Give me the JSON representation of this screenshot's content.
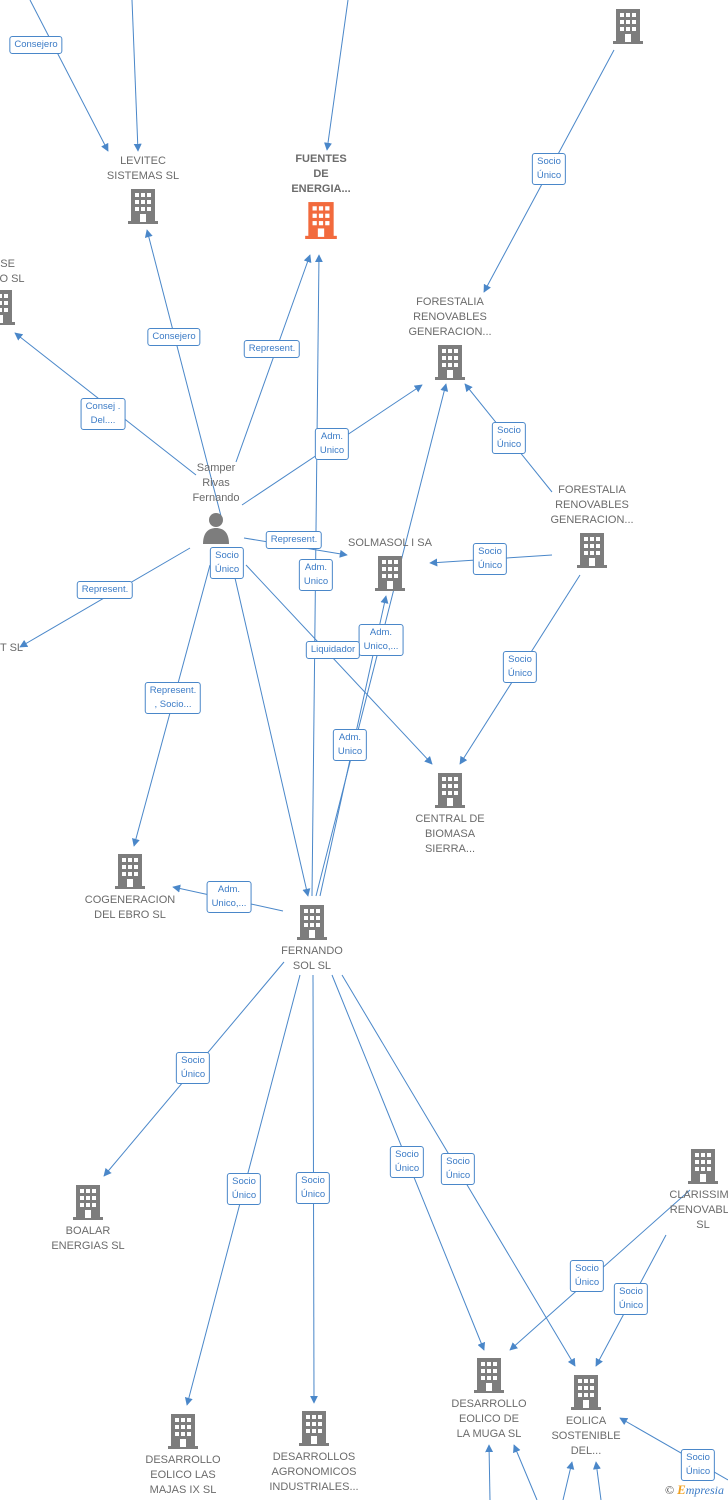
{
  "colors": {
    "edge": "#4a87c9",
    "building": "#7d7d7d",
    "building_highlight": "#f26a3d",
    "person": "#7d7d7d",
    "label_text": "#6b6b6b",
    "edge_text": "#3b7bc6"
  },
  "nodes": [
    {
      "id": "levitec",
      "type": "building",
      "label": "LEVITEC\nSISTEMAS SL"
    },
    {
      "id": "fuentes",
      "type": "building",
      "label": "FUENTES\nDE\nENERGIA...",
      "highlight": true
    },
    {
      "id": "top_right",
      "type": "building",
      "label": ""
    },
    {
      "id": "ense",
      "type": "building",
      "label": "ENSE\nNTO SL"
    },
    {
      "id": "forestalia1",
      "type": "building",
      "label": "FORESTALIA\nRENOVABLES\nGENERACION..."
    },
    {
      "id": "forestalia2",
      "type": "building",
      "label": "FORESTALIA\nRENOVABLES\nGENERACION..."
    },
    {
      "id": "samper",
      "type": "person",
      "label": "Samper\nRivas\nFernando"
    },
    {
      "id": "solmasol",
      "type": "building",
      "label": "SOLMASOL I SA"
    },
    {
      "id": "t_sl",
      "type": "text",
      "label": "T SL"
    },
    {
      "id": "biomasa",
      "type": "building",
      "label": "CENTRAL DE\nBIOMASA\nSIERRA..."
    },
    {
      "id": "cogeneracion",
      "type": "building",
      "label": "COGENERACION\nDEL EBRO SL"
    },
    {
      "id": "fernando_sol",
      "type": "building",
      "label": "FERNANDO\nSOL SL"
    },
    {
      "id": "boalar",
      "type": "building",
      "label": "BOALAR\nENERGIAS SL"
    },
    {
      "id": "clarissimu",
      "type": "building",
      "label": "CLARISSIMU\nRENOVABLE\nSL"
    },
    {
      "id": "muga",
      "type": "building",
      "label": "DESARROLLO\nEOLICO DE\nLA MUGA SL"
    },
    {
      "id": "eolica",
      "type": "building",
      "label": "EOLICA\nSOSTENIBLE\nDEL..."
    },
    {
      "id": "majas",
      "type": "building",
      "label": "DESARROLLO\nEOLICO LAS\nMAJAS IX SL"
    },
    {
      "id": "agronomicos",
      "type": "building",
      "label": "DESARROLLOS\nAGRONOMICOS\nINDUSTRIALES..."
    }
  ],
  "edge_labels": [
    {
      "id": "e1",
      "text": "Consejero"
    },
    {
      "id": "e2",
      "text": "Socio\nÚnico"
    },
    {
      "id": "e3",
      "text": "Consejero"
    },
    {
      "id": "e4",
      "text": "Represent."
    },
    {
      "id": "e5",
      "text": "Consej .\nDel...."
    },
    {
      "id": "e6",
      "text": "Adm.\nUnico"
    },
    {
      "id": "e7",
      "text": "Socio\nÚnico"
    },
    {
      "id": "e8",
      "text": "Represent."
    },
    {
      "id": "e9",
      "text": "Socio\nÚnico"
    },
    {
      "id": "e10",
      "text": "Socio\nÚnico"
    },
    {
      "id": "e11",
      "text": "Adm.\nUnico"
    },
    {
      "id": "e12",
      "text": "Represent."
    },
    {
      "id": "e13",
      "text": "Adm.\nUnico,..."
    },
    {
      "id": "e14",
      "text": "Liquidador"
    },
    {
      "id": "e15",
      "text": "Socio\nÚnico"
    },
    {
      "id": "e16",
      "text": "Represent.\n, Socio..."
    },
    {
      "id": "e17",
      "text": "Adm.\nUnico"
    },
    {
      "id": "e18",
      "text": "Adm.\nUnico,..."
    },
    {
      "id": "e19",
      "text": "Socio\nÚnico"
    },
    {
      "id": "e20",
      "text": "Socio\nÚnico"
    },
    {
      "id": "e21",
      "text": "Socio\nÚnico"
    },
    {
      "id": "e22",
      "text": "Socio\nÚnico"
    },
    {
      "id": "e23",
      "text": "Socio\nÚnico"
    },
    {
      "id": "e24",
      "text": "Socio\nÚnico"
    },
    {
      "id": "e25",
      "text": "Socio\nÚnico"
    },
    {
      "id": "e26",
      "text": "Socio\nÚnico"
    }
  ],
  "footer": {
    "copyright_symbol": "©",
    "brand_initial": "E",
    "brand_rest": "mpresia"
  }
}
